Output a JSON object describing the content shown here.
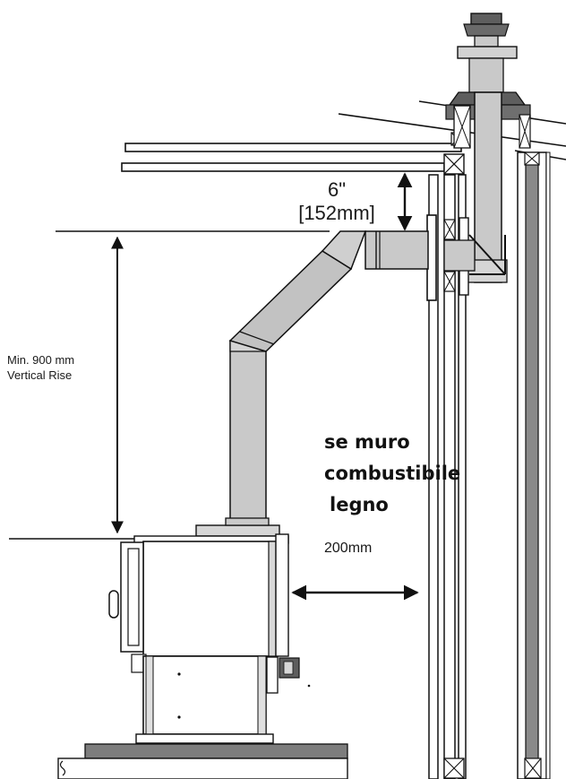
{
  "diagram": {
    "clearance_top": {
      "value": "6\"",
      "metric": "[152mm]"
    },
    "vertical_rise": {
      "line1": "Min. 900 mm",
      "line2": "Vertical Rise"
    },
    "wall_note": {
      "line1": "se muro",
      "line2": "combustibile",
      "line3": "legno"
    },
    "wall_clearance": "200mm",
    "colors": {
      "pipe": "#c9c9c9",
      "dark": "#5e5e5e",
      "line": "#111111",
      "floor": "#7d7d7d"
    }
  }
}
